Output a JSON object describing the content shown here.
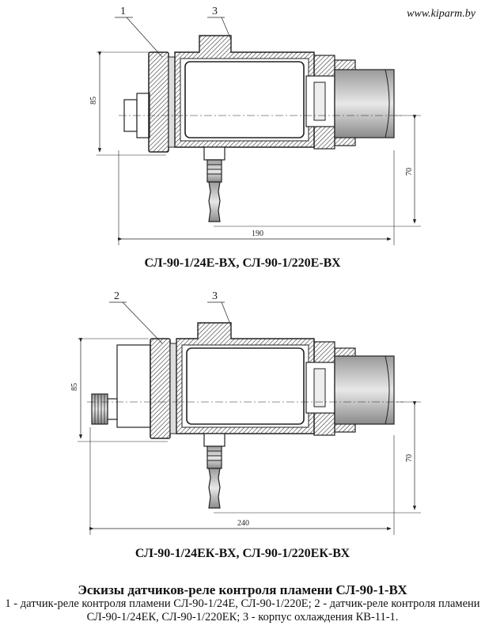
{
  "site_url": "www.kiparm.by",
  "drawing_top": {
    "caption": "СЛ-90-1/24Е-ВХ, СЛ-90-1/220Е-ВХ",
    "callout_left": "1",
    "callout_right": "3",
    "dim_height": "85",
    "dim_width": "190",
    "dim_offset": "70"
  },
  "drawing_bottom": {
    "caption": "СЛ-90-1/24ЕК-ВХ, СЛ-90-1/220ЕК-ВХ",
    "callout_left": "2",
    "callout_right": "3",
    "dim_height": "85",
    "dim_width": "240",
    "dim_offset": "70"
  },
  "sheet_title": "Эскизы датчиков-реле контроля пламени СЛ-90-1-ВХ",
  "sheet_description": "1 - датчик-реле контроля пламени СЛ-90-1/24Е, СЛ-90-1/220Е; 2 - датчик-реле контроля пламени СЛ-90-1/24ЕК, СЛ-90-1/220ЕК; 3 - корпус охлаждения КВ-11-1."
}
